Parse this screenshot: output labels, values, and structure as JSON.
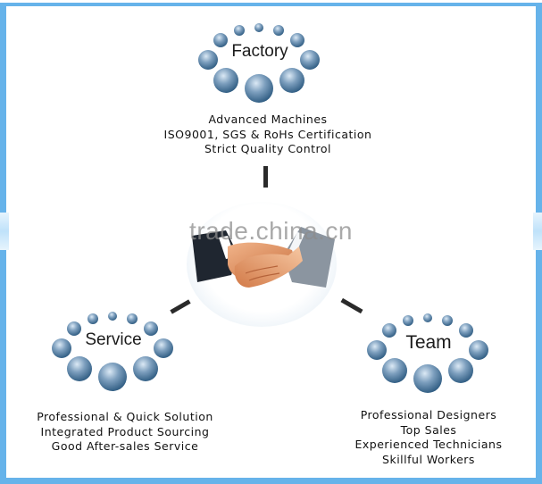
{
  "nodes": {
    "factory": {
      "title": "Factory",
      "lines": [
        "Advanced Machines",
        "ISO9001, SGS & RoHs Certification",
        "Strict Quality Control"
      ]
    },
    "service": {
      "title": "Service",
      "lines": [
        "Professional & Quick Solution",
        "Integrated Product Sourcing",
        "Good After-sales Service"
      ]
    },
    "team": {
      "title": "Team",
      "lines": [
        "Professional Designers",
        "Top Sales",
        "Experienced Technicians",
        "Skillful Workers"
      ]
    }
  },
  "center": {
    "image": "handshake"
  },
  "watermark": "trade.china.cn",
  "colors": {
    "frame": "#66b3ea",
    "bead_dark": "#2f5c82",
    "bead_light": "#dbe9f5",
    "connector": "#2a2a2a"
  }
}
